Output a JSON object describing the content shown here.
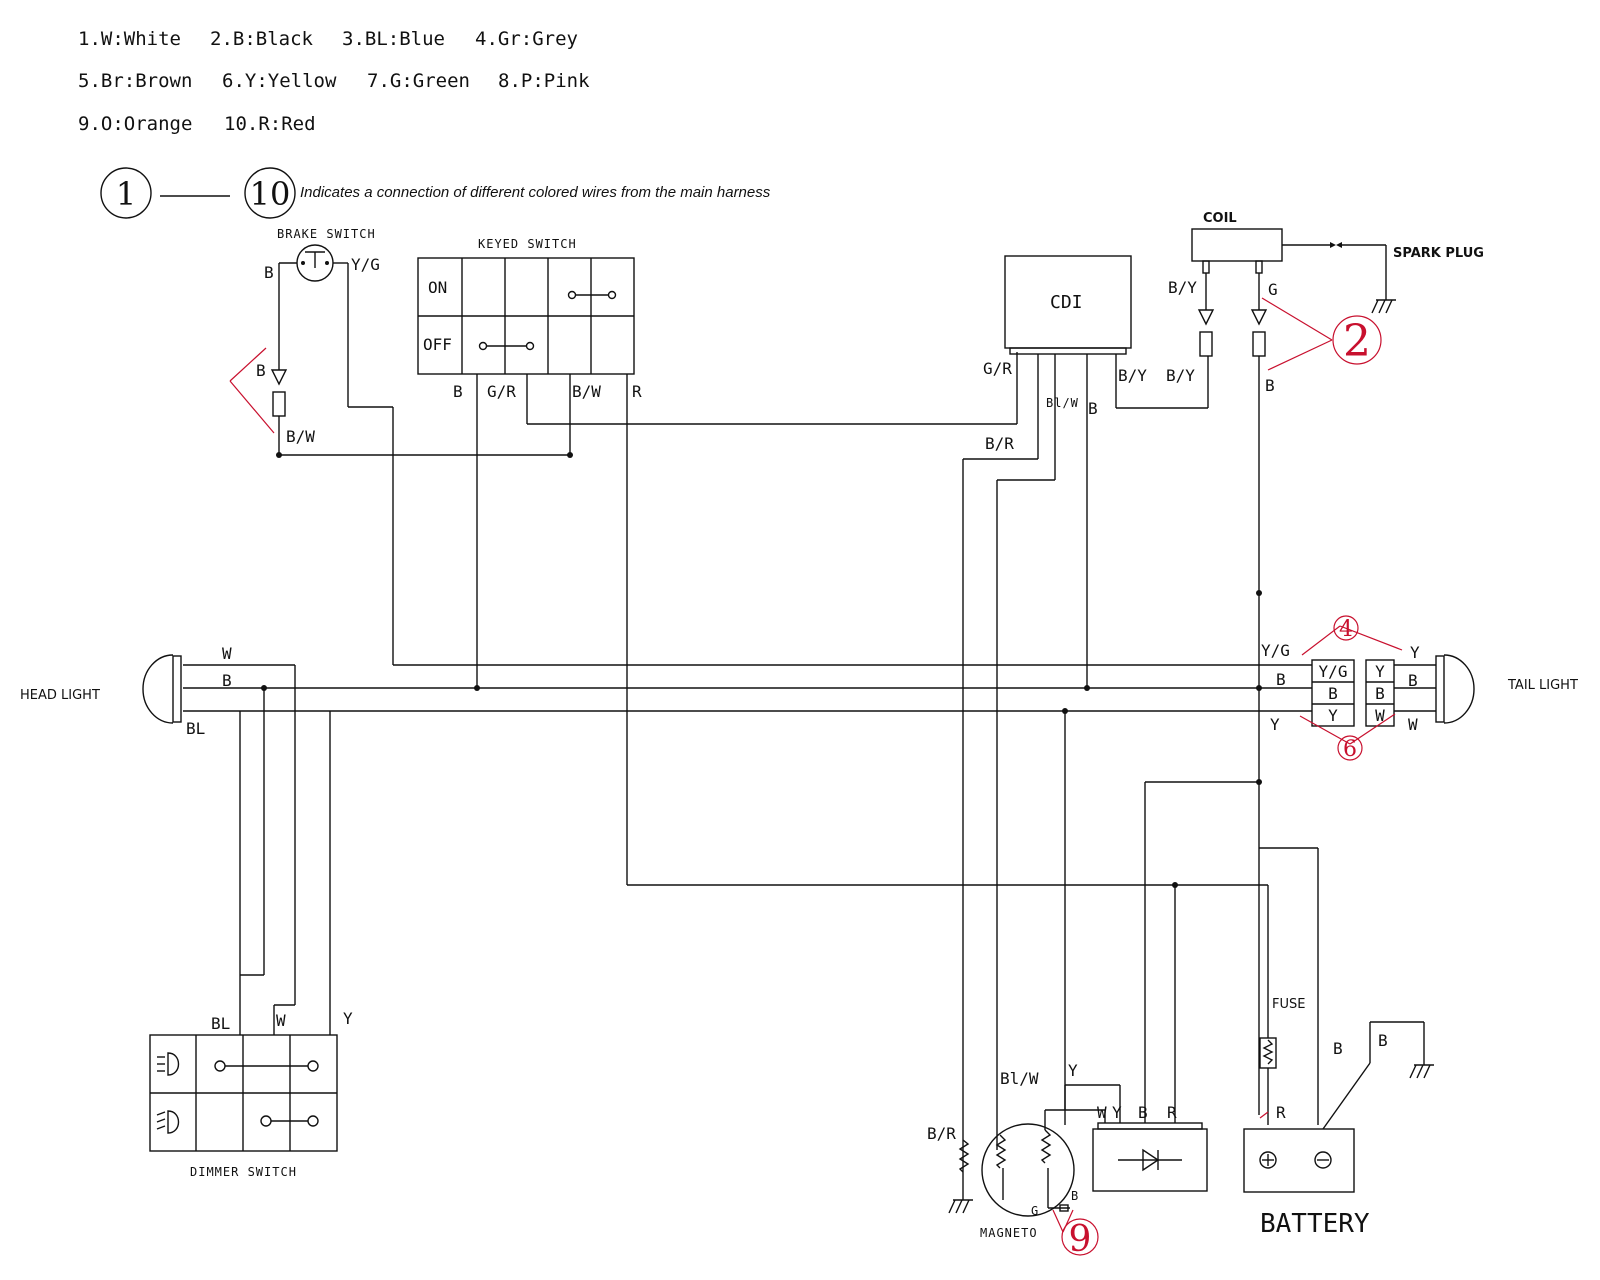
{
  "legend": {
    "row1": [
      "1.W:White",
      "2.B:Black",
      "3.BL:Blue",
      "4.Gr:Grey"
    ],
    "row2": [
      "5.Br:Brown",
      "6.Y:Yellow",
      "7.G:Green",
      "8.P:Pink"
    ],
    "row3": [
      "9.O:Orange",
      "10.R:Red"
    ],
    "start_num": "1",
    "end_num": "10",
    "note": "Indicates a connection of different colored wires from the main harness"
  },
  "components": {
    "brake_switch": "BRAKE SWITCH",
    "keyed_switch": "KEYED SWITCH",
    "key_on": "ON",
    "key_off": "OFF",
    "cdi": "CDI",
    "coil": "COIL",
    "spark_plug": "SPARK PLUG",
    "head_light": "HEAD LIGHT",
    "tail_light": "TAIL LIGHT",
    "dimmer_switch": "DIMMER SWITCH",
    "fuse": "FUSE",
    "battery": "BATTERY",
    "magneto": "MAGNETO"
  },
  "markers": {
    "m2": "2",
    "m4": "4",
    "m6": "6",
    "m9": "9"
  },
  "wire_labels": {
    "brake_b": "B",
    "brake_yg": "Y/G",
    "brake_b2": "B",
    "brake_bw": "B/W",
    "key_b": "B",
    "key_gr": "G/R",
    "key_bw": "B/W",
    "key_r": "R",
    "cdi_gr": "G/R",
    "cdi_blw": "Bl/W",
    "cdi_b": "B",
    "cdi_by": "B/Y",
    "cdi_by2": "B/Y",
    "cdi_br": "B/R",
    "coil_by": "B/Y",
    "coil_g": "G",
    "coil_b": "B",
    "head_w": "W",
    "head_b": "B",
    "head_bl": "BL",
    "tail_yg": "Y/G",
    "tail_b": "B",
    "tail_y": "Y",
    "tail_y_right": "Y",
    "tail_b_right": "B",
    "tail_w_right": "W",
    "conn_yg": "Y/G",
    "conn_b": "B",
    "conn_y": "Y",
    "conn2_y": "Y",
    "conn2_b": "B",
    "conn2_w": "W",
    "dim_bl": "BL",
    "dim_w": "W",
    "dim_y": "Y",
    "mag_blw": "Bl/W",
    "mag_y": "Y",
    "mag_br": "B/R",
    "mag_g": "G",
    "mag_b": "B",
    "rect_w": "W",
    "rect_y": "Y",
    "rect_b": "B",
    "rect_r": "R",
    "batt_r": "R",
    "batt_b": "B",
    "gnd_b": "B"
  }
}
